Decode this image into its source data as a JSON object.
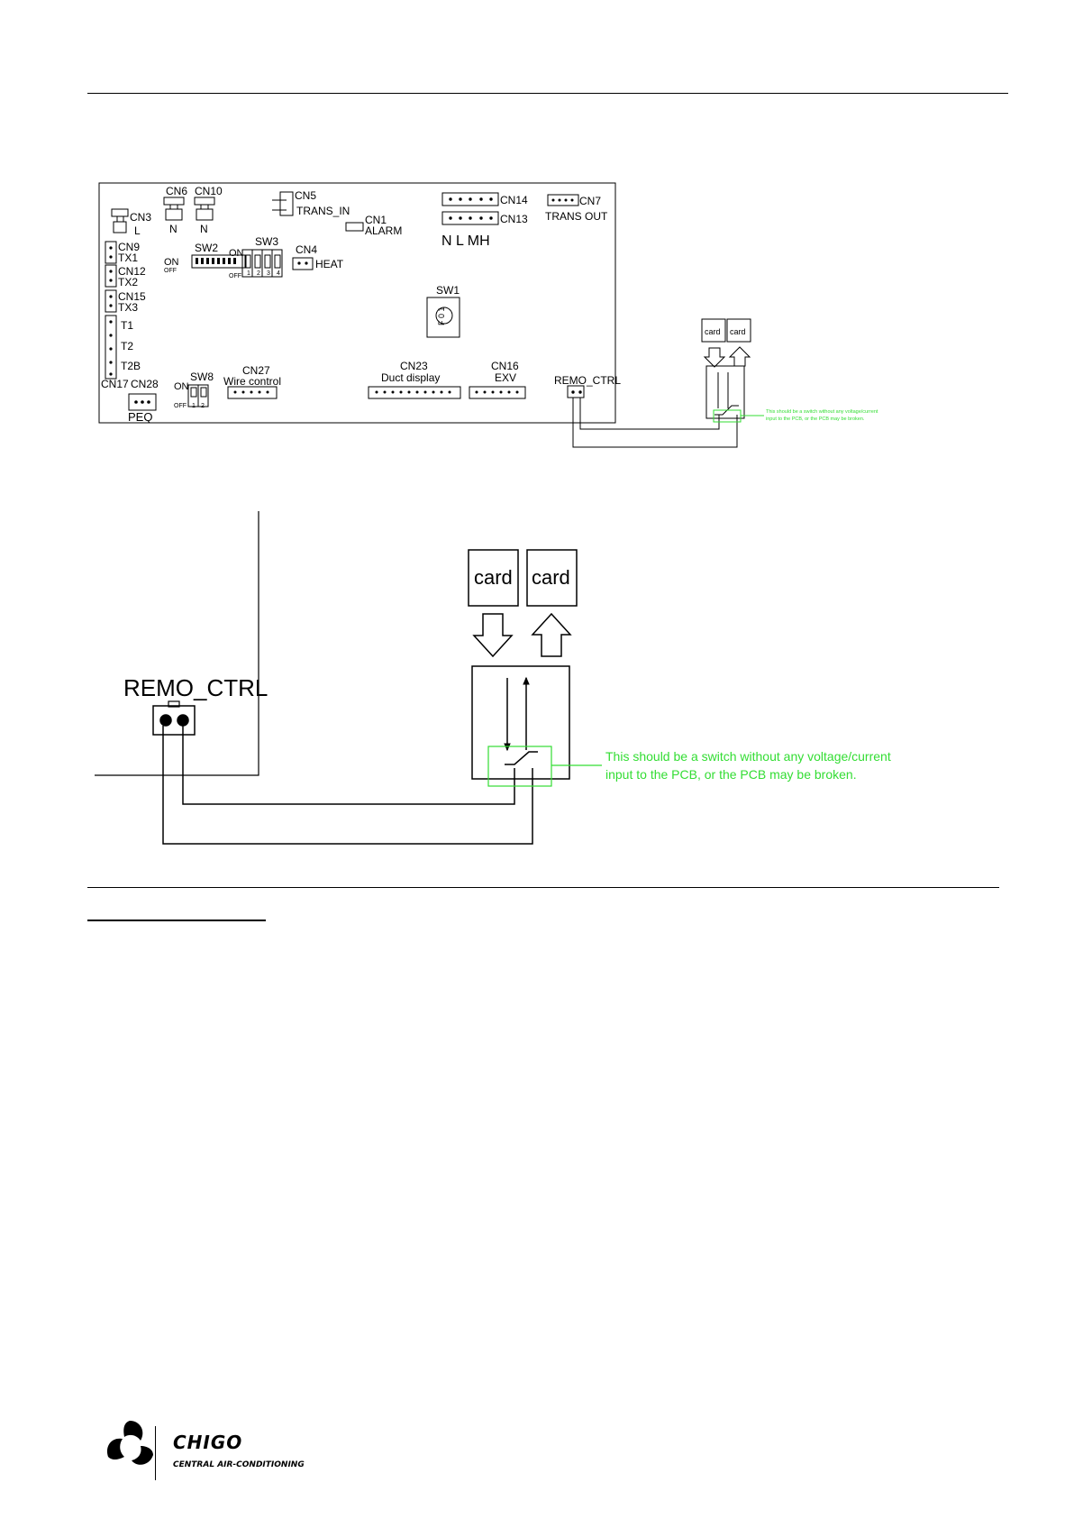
{
  "pcb": {
    "cn3": "CN3",
    "cn3_sub": "L",
    "cn6": "CN6",
    "cn6_sub": "N",
    "cn10": "CN10",
    "cn10_sub": "N",
    "cn5": "CN5",
    "trans_in": "TRANS_IN",
    "cn1": "CN1",
    "alarm": "ALARM",
    "cn14": "CN14",
    "cn13": "CN13",
    "nlmh": "N L MH",
    "cn7": "CN7",
    "trans_out": "TRANS OUT",
    "cn9": "CN9",
    "tx1": "TX1",
    "cn12": "CN12",
    "tx2": "TX2",
    "cn15": "CN15",
    "tx3": "TX3",
    "t1": "T1",
    "t2": "T2",
    "t2b": "T2B",
    "cn17": "CN17",
    "cn28": "CN28",
    "peq": "PEQ",
    "sw2": "SW2",
    "sw2_on": "ON",
    "sw2_off": "OFF",
    "sw3": "SW3",
    "sw3_on": "ON",
    "sw3_off": "OFF",
    "sw3_n1": "1",
    "sw3_n2": "2",
    "sw3_n3": "3",
    "sw3_n4": "4",
    "cn4": "CN4",
    "heat": "HEAT",
    "sw1": "SW1",
    "sw1_dial": "F 0 1",
    "sw8": "SW8",
    "sw8_on": "ON",
    "sw8_off": "OFF",
    "sw8_n1": "1",
    "sw8_n2": "2",
    "cn27": "CN27",
    "wire_control": "Wire control",
    "cn23": "CN23",
    "duct_display": "Duct display",
    "cn16": "CN16",
    "exv": "EXV",
    "remo_ctrl": "REMO_CTRL"
  },
  "small_detail": {
    "card_in": "card",
    "card_out": "card",
    "note_line1": "This should be a switch without any voltage/current",
    "note_line2": "input to the PCB, or the PCB may be broken."
  },
  "large_detail": {
    "remo_ctrl": "REMO_CTRL",
    "card_in": "card",
    "card_out": "card",
    "note_line1": "This should be a switch without any voltage/current",
    "note_line2": "input to the PCB, or the PCB may be broken."
  },
  "footer": {
    "brand": "CHIGO",
    "tagline": "CENTRAL AIR-CONDITIONING"
  },
  "colors": {
    "note": "#33dd33",
    "line": "#000000"
  }
}
